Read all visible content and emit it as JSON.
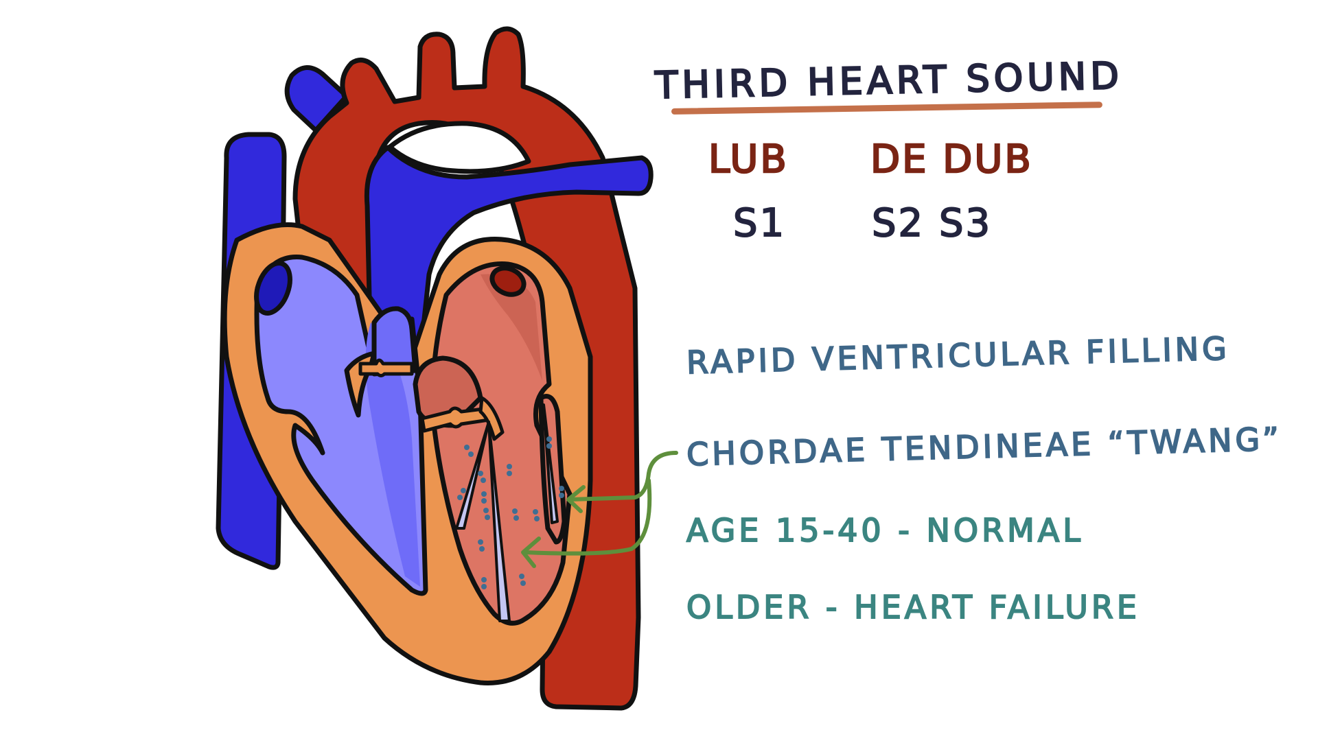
{
  "diagram": {
    "title": "Third Heart Sound",
    "colors": {
      "background": "#ffffff",
      "outline": "#111111",
      "title_ink": "#23243e",
      "title_underline": "#c4704a",
      "sound_word_ink": "#7a2414",
      "note_blue": "#3f6788",
      "note_teal": "#3b8581",
      "arrow_green": "#5e8f3c",
      "deoxygenated_vessel": "#3129dc",
      "oxygenated_vessel": "#bc2e19",
      "myocardium": "#ec9550",
      "right_chambers": "#8c88fd",
      "right_chambers_shade": "#6f6cf8",
      "left_chambers": "#dd7564",
      "left_chambers_shade": "#cc6454",
      "chordae": "#c4c6f2",
      "blood_dots": "#3f6e93"
    },
    "sounds": [
      {
        "word": "Lub",
        "label": "S1"
      },
      {
        "word": "De dub",
        "label": "S2 S3"
      }
    ],
    "notes": [
      {
        "text": "Rapid ventricular filling",
        "color": "blue"
      },
      {
        "text": "Chordae tendineae “Twang”",
        "color": "blue"
      },
      {
        "text": "Age 15-40 - Normal",
        "color": "teal"
      },
      {
        "text": "Older - Heart failure",
        "color": "teal"
      }
    ],
    "illustration": {
      "subject": "heart-cross-section",
      "parts": [
        "superior-vena-cava",
        "aortic-arch",
        "brachiocephalic-branches",
        "pulmonary-artery",
        "descending-aorta",
        "right-atrium",
        "right-ventricle",
        "left-atrium",
        "left-ventricle",
        "tricuspid-valve",
        "mitral-valve",
        "chordae-tendineae",
        "myocardium"
      ],
      "annotation": "green bracket arrow from Chordae tendineae note pointing to chordae in left ventricle"
    }
  }
}
